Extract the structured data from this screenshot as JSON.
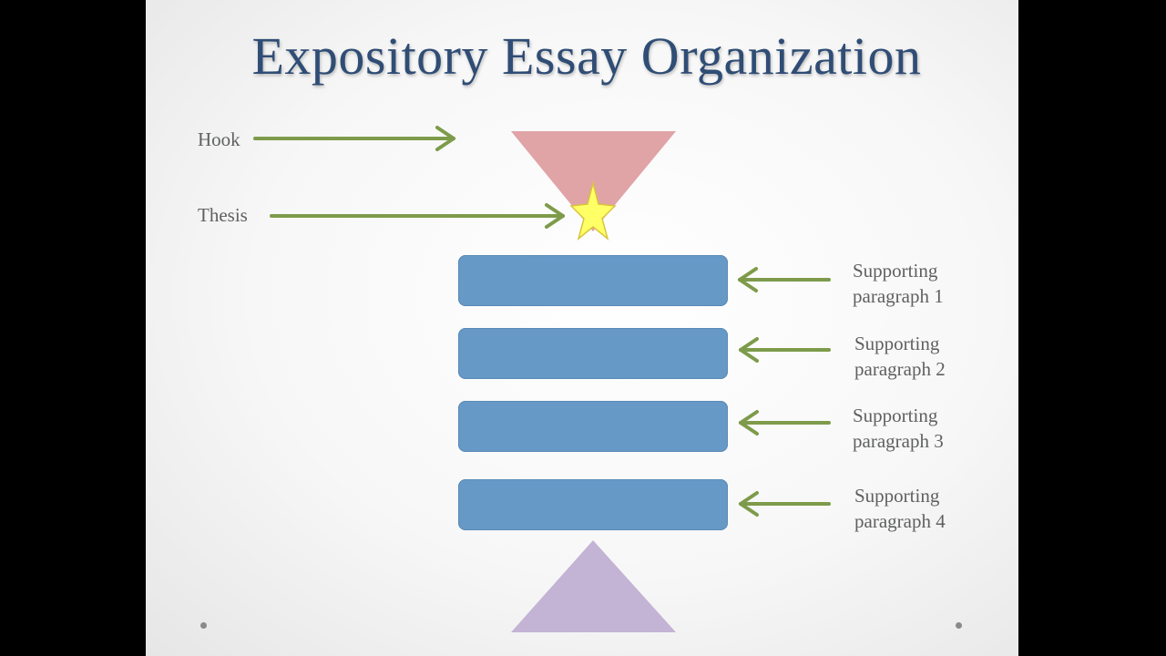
{
  "slide": {
    "title": "Expository Essay Organization",
    "labels": {
      "hook": "Hook",
      "thesis": "Thesis",
      "supporting": [
        {
          "line1": "Supporting",
          "line2": "paragraph 1"
        },
        {
          "line1": "Supporting",
          "line2": "paragraph 2"
        },
        {
          "line1": "Supporting",
          "line2": "paragraph 3"
        },
        {
          "line1": "Supporting",
          "line2": "paragraph 4"
        }
      ]
    },
    "colors": {
      "title": "#2f4d75",
      "intro_triangle": "#e0a3a6",
      "thesis_star": "#ffff66",
      "body_blocks": "#6699c6",
      "conclusion_triangle": "#c3b3d4",
      "arrows": "#7d9b4a"
    }
  }
}
